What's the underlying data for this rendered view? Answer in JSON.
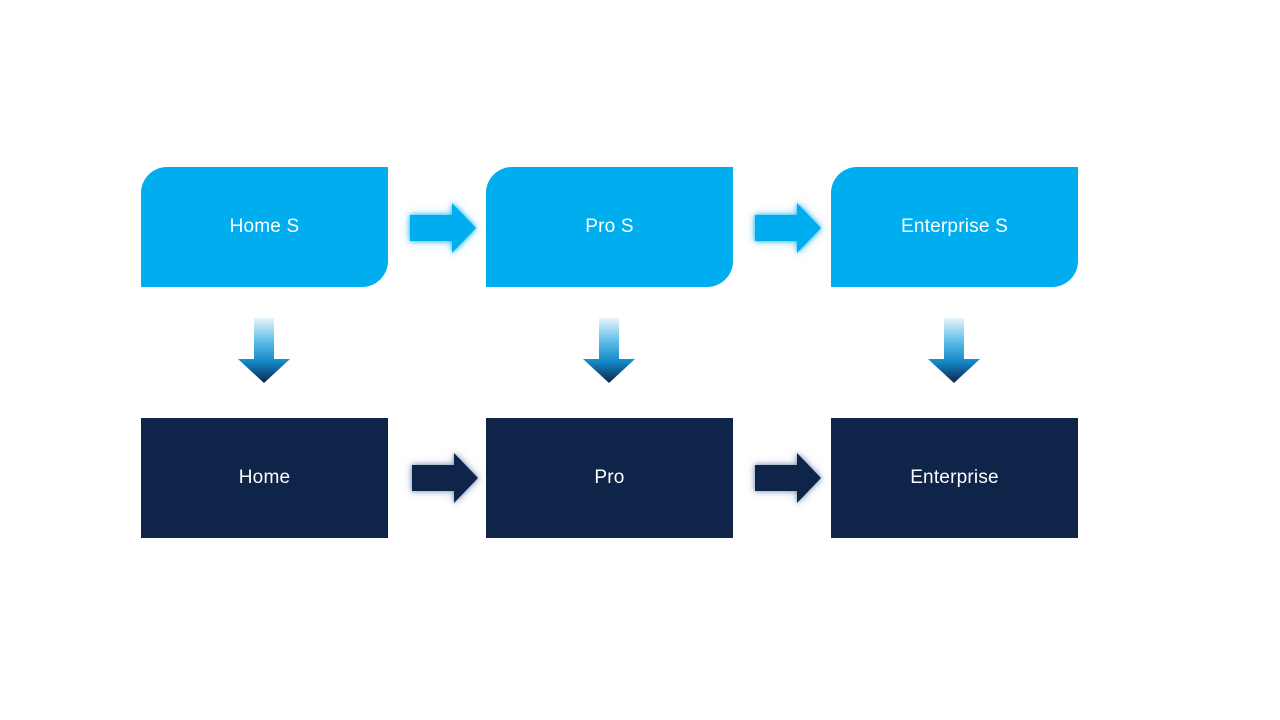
{
  "colors": {
    "background": "#FFFFFF",
    "light_blue": "#00AEEF",
    "dark_navy": "#0E2449",
    "label_text": "#FFFFFF"
  },
  "flow": {
    "top_row": [
      {
        "label": "Home S"
      },
      {
        "label": "Pro S"
      },
      {
        "label": "Enterprise S"
      }
    ],
    "bottom_row": [
      {
        "label": "Home"
      },
      {
        "label": "Pro"
      },
      {
        "label": "Enterprise"
      }
    ]
  }
}
